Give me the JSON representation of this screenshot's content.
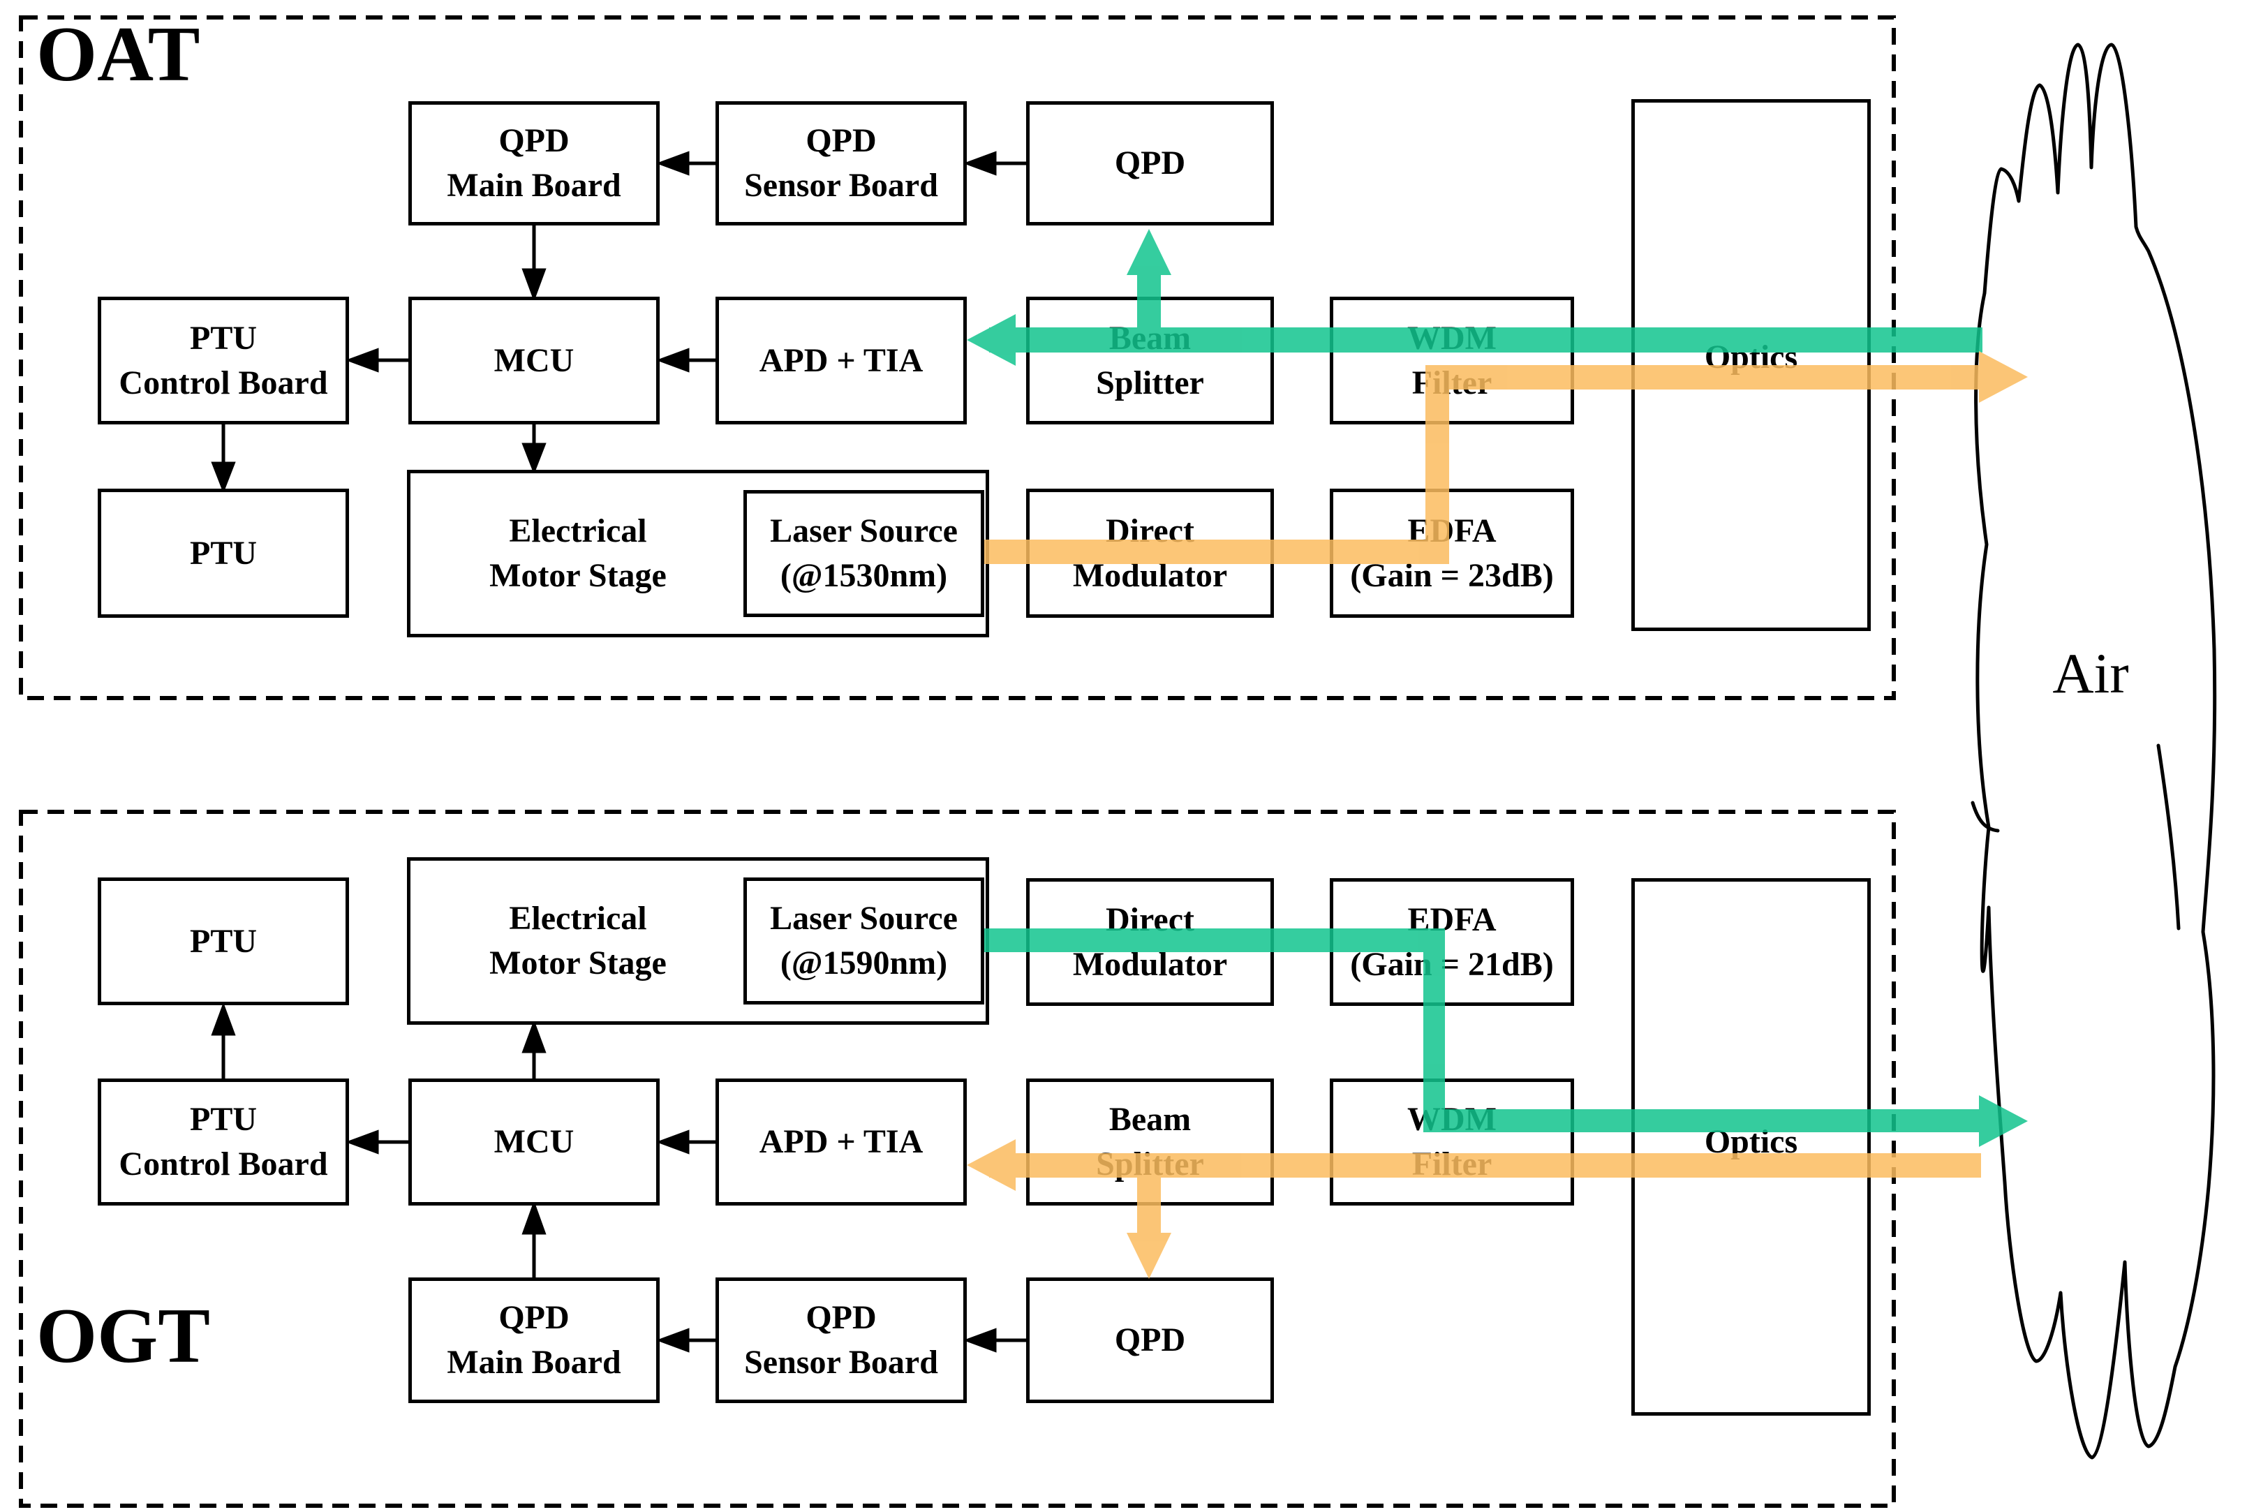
{
  "diagram": {
    "air_label": "Air",
    "colors": {
      "signal_green": "#12C48E",
      "signal_orange": "#FBBC5F",
      "line_black": "#000000"
    },
    "oat": {
      "title": "OAT",
      "qpd_main_board": [
        "QPD",
        "Main Board"
      ],
      "qpd_sensor_board": [
        "QPD",
        "Sensor Board"
      ],
      "qpd": [
        "QPD"
      ],
      "ptu_control_board": [
        "PTU",
        "Control Board"
      ],
      "mcu": [
        "MCU"
      ],
      "apd_tia": [
        "APD + TIA"
      ],
      "beam_splitter": [
        "Beam",
        "Splitter"
      ],
      "wdm_filter": [
        "WDM",
        "Filter"
      ],
      "optics": "Optics",
      "ptu": [
        "PTU"
      ],
      "electrical_motor_stage": [
        "Electrical",
        "Motor Stage"
      ],
      "laser_source": [
        "Laser Source",
        "(@1530nm)"
      ],
      "direct_modulator": [
        "Direct",
        "Modulator"
      ],
      "edfa": [
        "EDFA",
        "(Gain = 23dB)"
      ]
    },
    "ogt": {
      "title": "OGT",
      "qpd_main_board": [
        "QPD",
        "Main Board"
      ],
      "qpd_sensor_board": [
        "QPD",
        "Sensor Board"
      ],
      "qpd": [
        "QPD"
      ],
      "ptu_control_board": [
        "PTU",
        "Control Board"
      ],
      "mcu": [
        "MCU"
      ],
      "apd_tia": [
        "APD + TIA"
      ],
      "beam_splitter": [
        "Beam",
        "Splitter"
      ],
      "wdm_filter": [
        "WDM",
        "Filter"
      ],
      "optics": "Optics",
      "ptu": [
        "PTU"
      ],
      "electrical_motor_stage": [
        "Electrical",
        "Motor Stage"
      ],
      "laser_source": [
        "Laser Source",
        "(@1590nm)"
      ],
      "direct_modulator": [
        "Direct",
        "Modulator"
      ],
      "edfa": [
        "EDFA",
        "(Gain = 21dB)"
      ]
    }
  }
}
